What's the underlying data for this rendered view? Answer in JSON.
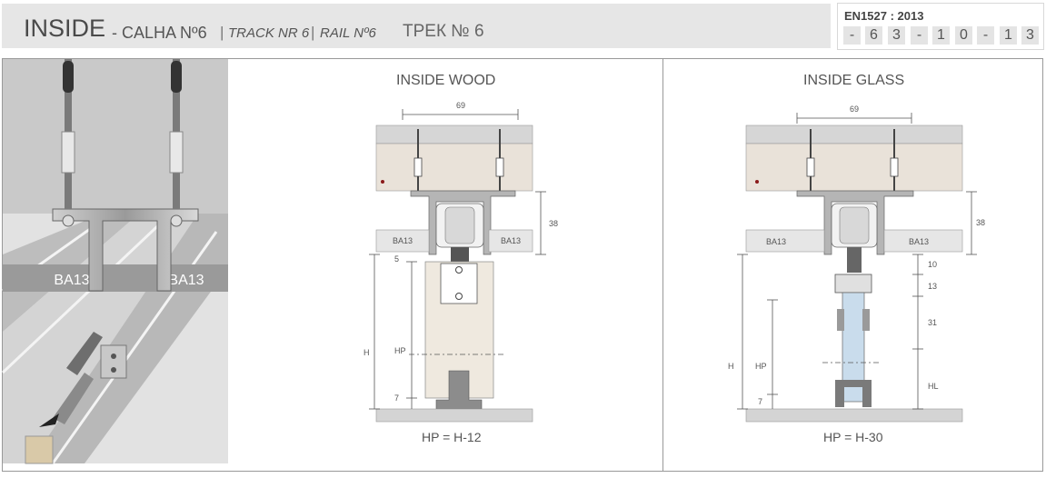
{
  "header": {
    "title": "INSIDE",
    "subtitle_calha": "- CALHA Nº6",
    "separator": "|",
    "track": "TRACK NR 6",
    "rail": "RAIL Nº6",
    "trek": "ТРЕК № 6"
  },
  "certification": {
    "standard": "EN1527 : 2013",
    "code": [
      "-",
      "6",
      "3",
      "-",
      "1",
      "0",
      "-",
      "1",
      "3"
    ]
  },
  "photo": {
    "label_left": "BA13",
    "label_right": "BA13"
  },
  "wood": {
    "title": "INSIDE WOOD",
    "formula": "HP = H-12",
    "dim_width": "69",
    "dim_38": "38",
    "dim_5": "5",
    "dim_7": "7",
    "label_h": "H",
    "label_hp": "HP",
    "ba13_left": "BA13",
    "ba13_right": "BA13"
  },
  "glass": {
    "title": "INSIDE GLASS",
    "formula": "HP = H-30",
    "dim_width": "69",
    "dim_38": "38",
    "dim_10": "10",
    "dim_13": "13",
    "dim_31": "31",
    "dim_hl": "HL",
    "dim_7": "7",
    "label_h": "H",
    "label_hp": "HP",
    "ba13_left": "BA13",
    "ba13_right": "BA13"
  },
  "colors": {
    "header_bg": "#e6e6e6",
    "ceiling_fill": "#e9e2d9",
    "wood_fill": "#efe9df",
    "glass_fill": "#c9dcec",
    "accent_dot": "#8b1a1a"
  }
}
